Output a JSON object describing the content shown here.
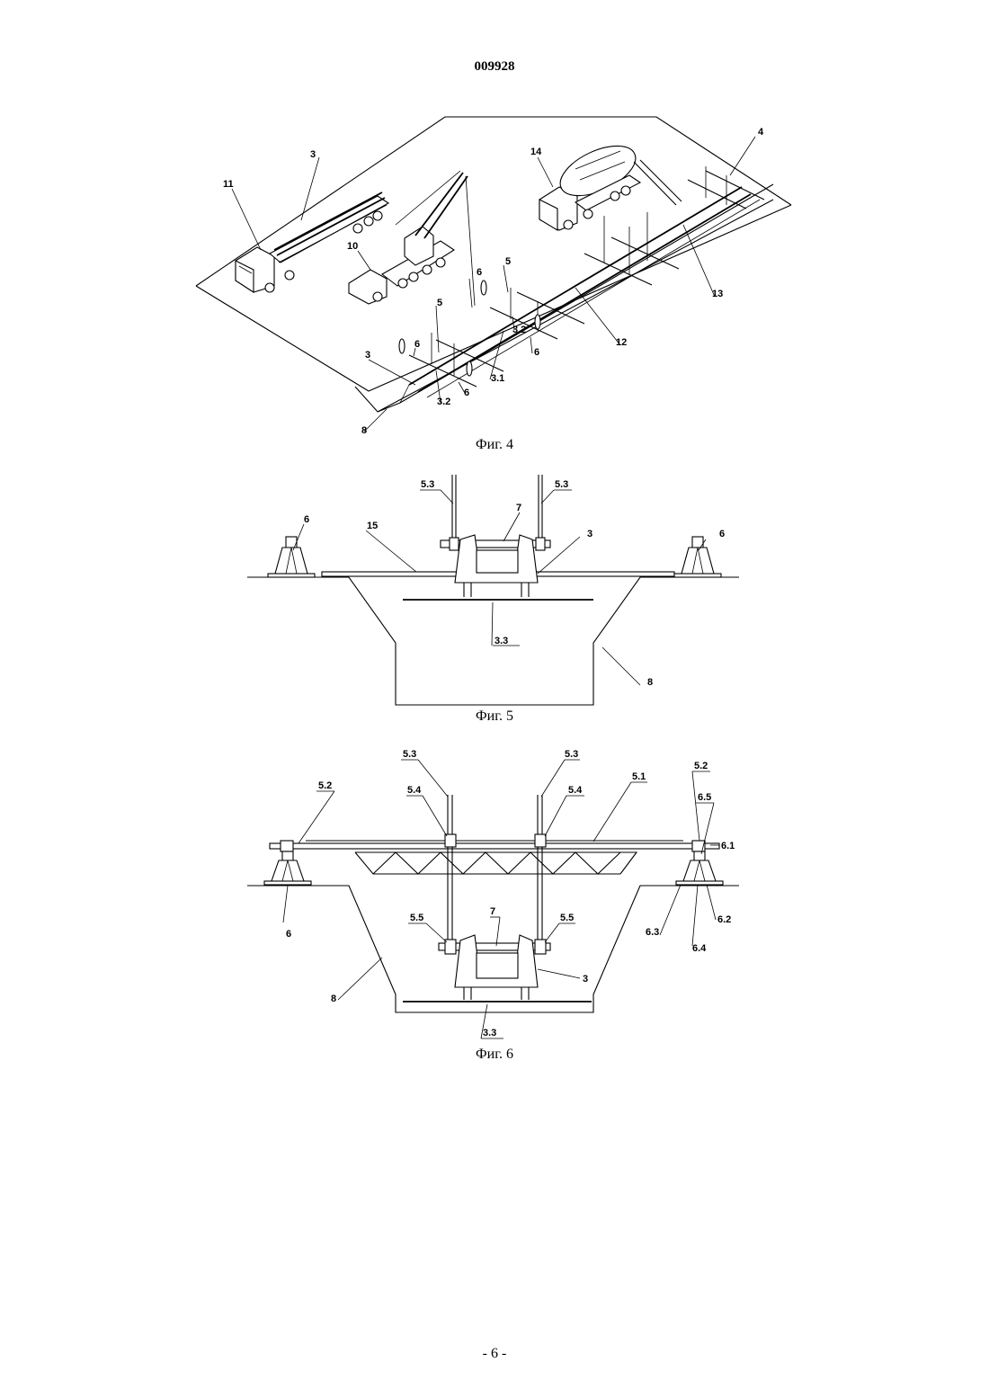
{
  "header": {
    "doc_number": "009928"
  },
  "figures": [
    {
      "caption": "Фиг. 4",
      "labels": [
        "3",
        "11",
        "10",
        "14",
        "4",
        "13",
        "12",
        "5",
        "6",
        "6",
        "3",
        "3.2",
        "6",
        "3.1",
        "3.2",
        "6",
        "5",
        "8"
      ]
    },
    {
      "caption": "Фиг. 5",
      "labels": [
        "5.3",
        "5.3",
        "6",
        "15",
        "7",
        "3",
        "6",
        "3.3",
        "8"
      ]
    },
    {
      "caption": "Фиг. 6",
      "labels": [
        "5.3",
        "5.3",
        "5.2",
        "5.4",
        "5.4",
        "5.1",
        "5.2",
        "6.5",
        "6.1",
        "6",
        "5.5",
        "7",
        "5.5",
        "6.3",
        "6.2",
        "6.4",
        "8",
        "3",
        "3.3"
      ]
    }
  ],
  "footer": {
    "page_number": "- 6 -"
  }
}
